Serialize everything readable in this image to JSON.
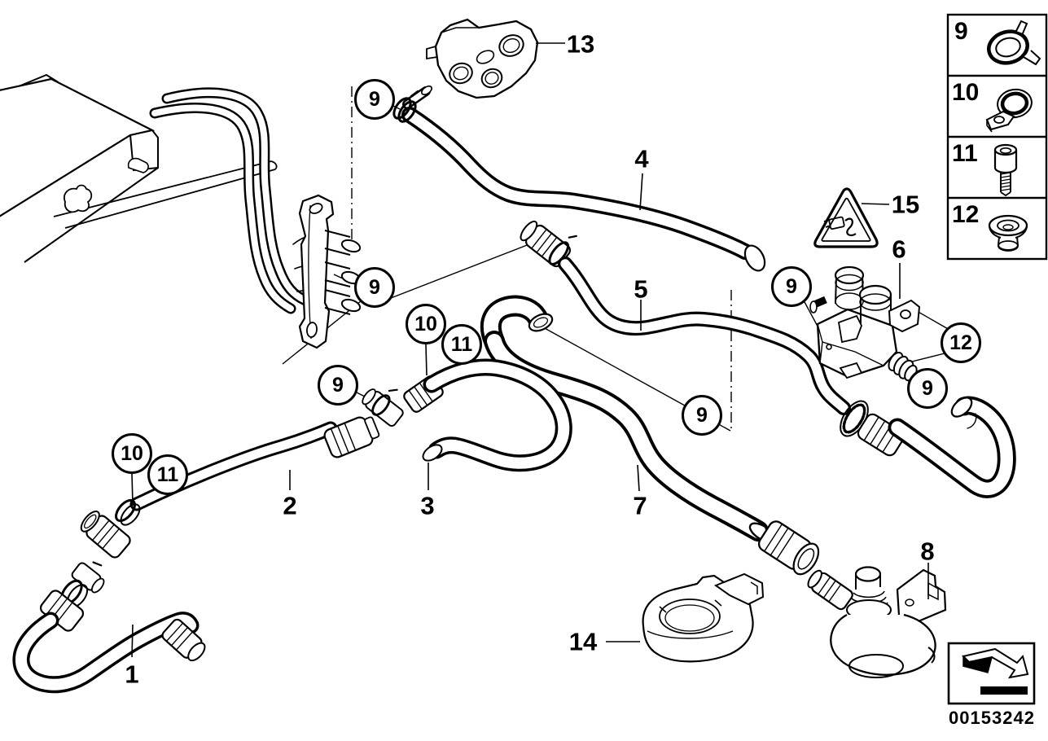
{
  "colors": {
    "background": "#ffffff",
    "line": "#000000"
  },
  "part_labels": {
    "l1": "1",
    "l2": "2",
    "l3": "3",
    "l4": "4",
    "l5": "5",
    "l6": "6",
    "l7": "7",
    "l8": "8",
    "l13": "13",
    "l14": "14",
    "l15": "15"
  },
  "callouts": {
    "c9": "9",
    "c10": "10",
    "c11": "11",
    "c12": "12"
  },
  "legend": {
    "items": [
      {
        "number": "9",
        "icon": "hose-clamp-icon"
      },
      {
        "number": "10",
        "icon": "pipe-clip-icon"
      },
      {
        "number": "11",
        "icon": "socket-screw-icon"
      },
      {
        "number": "12",
        "icon": "grommet-icon"
      }
    ]
  },
  "footer": {
    "part_number": "00153242",
    "icon": "direction-arrow-icon"
  }
}
